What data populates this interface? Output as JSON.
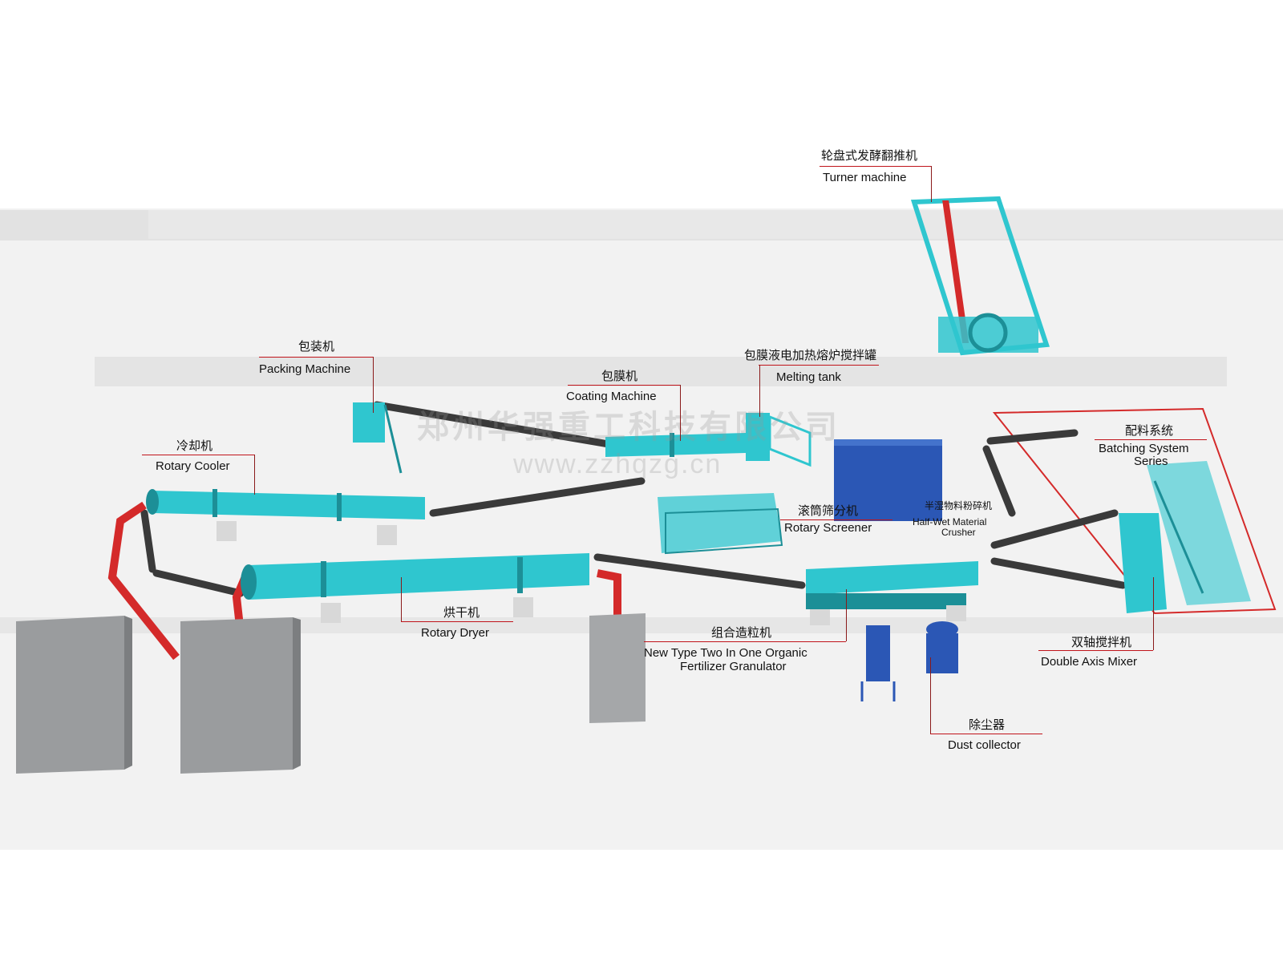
{
  "watermark": {
    "company": "郑州华强重工科技有限公司",
    "url": "www.zzhqzg.cn"
  },
  "colors": {
    "machine": "#2fc6cf",
    "machine_dark": "#1c8f97",
    "conveyor": "#3a3a3a",
    "pipe": "#d42a2a",
    "label_line": "#c0141b",
    "floor": "#eeeeee",
    "housing_gray": "#9a9c9e",
    "crusher_blue": "#2b57b5"
  },
  "labels": {
    "turner_cn": "轮盘式发酵翻推机",
    "turner_en": "Turner machine",
    "packing_cn": "包装机",
    "packing_en": "Packing Machine",
    "coating_cn": "包膜机",
    "coating_en": "Coating Machine",
    "melting_cn": "包膜液电加热熔炉搅拌罐",
    "melting_en": "Melting tank",
    "cooler_cn": "冷却机",
    "cooler_en": "Rotary Cooler",
    "batching_cn": "配料系统",
    "batching_en_1": "Batching System",
    "batching_en_2": "Series",
    "screener_cn": "滚筒筛分机",
    "screener_en": "Rotary Screener",
    "crusher_cn": "半湿物料粉碎机",
    "crusher_en_1": "Half-Wet Material",
    "crusher_en_2": "Crusher",
    "dryer_cn": "烘干机",
    "dryer_en": "Rotary Dryer",
    "granulator_cn": "组合造粒机",
    "granulator_en_1": "New Type Two In One Organic",
    "granulator_en_2": "Fertilizer Granulator",
    "mixer_cn": "双轴搅拌机",
    "mixer_en": "Double Axis Mixer",
    "dust_cn": "除尘器",
    "dust_en": "Dust collector"
  }
}
